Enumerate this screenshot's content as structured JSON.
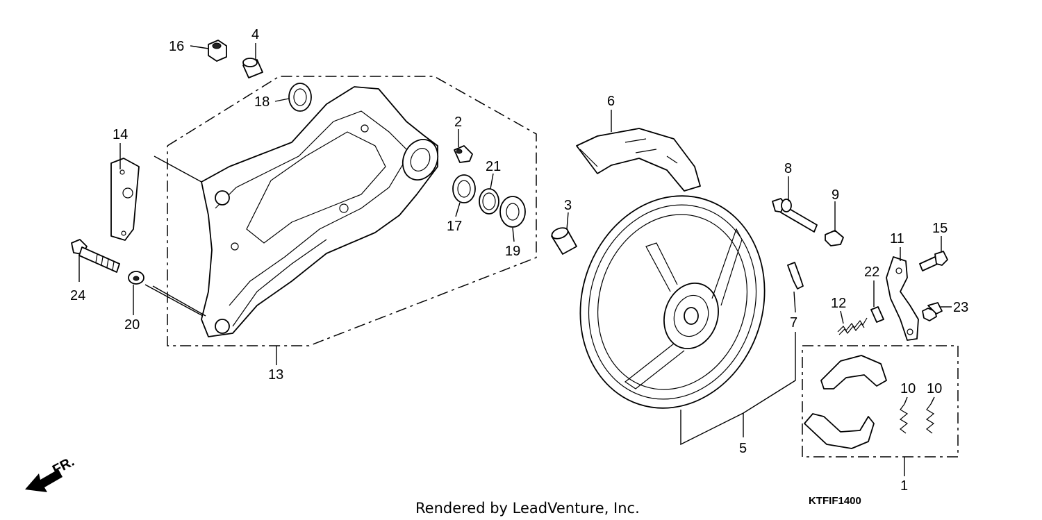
{
  "diagram": {
    "callouts": [
      {
        "id": "c16",
        "text": "16"
      },
      {
        "id": "c4",
        "text": "4"
      },
      {
        "id": "c18",
        "text": "18"
      },
      {
        "id": "c14",
        "text": "14"
      },
      {
        "id": "c2",
        "text": "2"
      },
      {
        "id": "c21",
        "text": "21"
      },
      {
        "id": "c17",
        "text": "17"
      },
      {
        "id": "c19",
        "text": "19"
      },
      {
        "id": "c3",
        "text": "3"
      },
      {
        "id": "c6",
        "text": "6"
      },
      {
        "id": "c8",
        "text": "8"
      },
      {
        "id": "c9",
        "text": "9"
      },
      {
        "id": "c11",
        "text": "11"
      },
      {
        "id": "c15",
        "text": "15"
      },
      {
        "id": "c22",
        "text": "22"
      },
      {
        "id": "c12",
        "text": "12"
      },
      {
        "id": "c23",
        "text": "23"
      },
      {
        "id": "c7",
        "text": "7"
      },
      {
        "id": "c24",
        "text": "24"
      },
      {
        "id": "c20",
        "text": "20"
      },
      {
        "id": "c13",
        "text": "13"
      },
      {
        "id": "c5",
        "text": "5"
      },
      {
        "id": "c10a",
        "text": "10"
      },
      {
        "id": "c10b",
        "text": "10"
      },
      {
        "id": "c1",
        "text": "1"
      }
    ],
    "direction_label": "FR.",
    "footer": "Rendered by LeadVenture, Inc.",
    "diagram_code": "KTFIF1400"
  }
}
